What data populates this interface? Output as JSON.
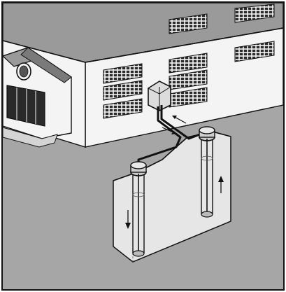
{
  "figure": {
    "subject": "building-with-open-loop-well-system",
    "components": [
      "building",
      "mechanical-box",
      "supply-pipe",
      "return-pipe",
      "supply-well",
      "return-well",
      "ground-cutaway"
    ],
    "flow_arrows": [
      {
        "id": "pipe-arrow-to-building",
        "direction": "up-left"
      },
      {
        "id": "pipe-arrow-from-building",
        "direction": "down-right"
      },
      {
        "id": "supply-well-arrow",
        "direction": "up"
      },
      {
        "id": "return-well-arrow",
        "direction": "down"
      }
    ],
    "colors": {
      "ground": "#a6a6a6",
      "roof": "#9a9a9a",
      "wall": "#f4f4f4",
      "window": "#2a2a2a",
      "outline": "#111111",
      "cutaway": "#e6e6e6"
    }
  }
}
